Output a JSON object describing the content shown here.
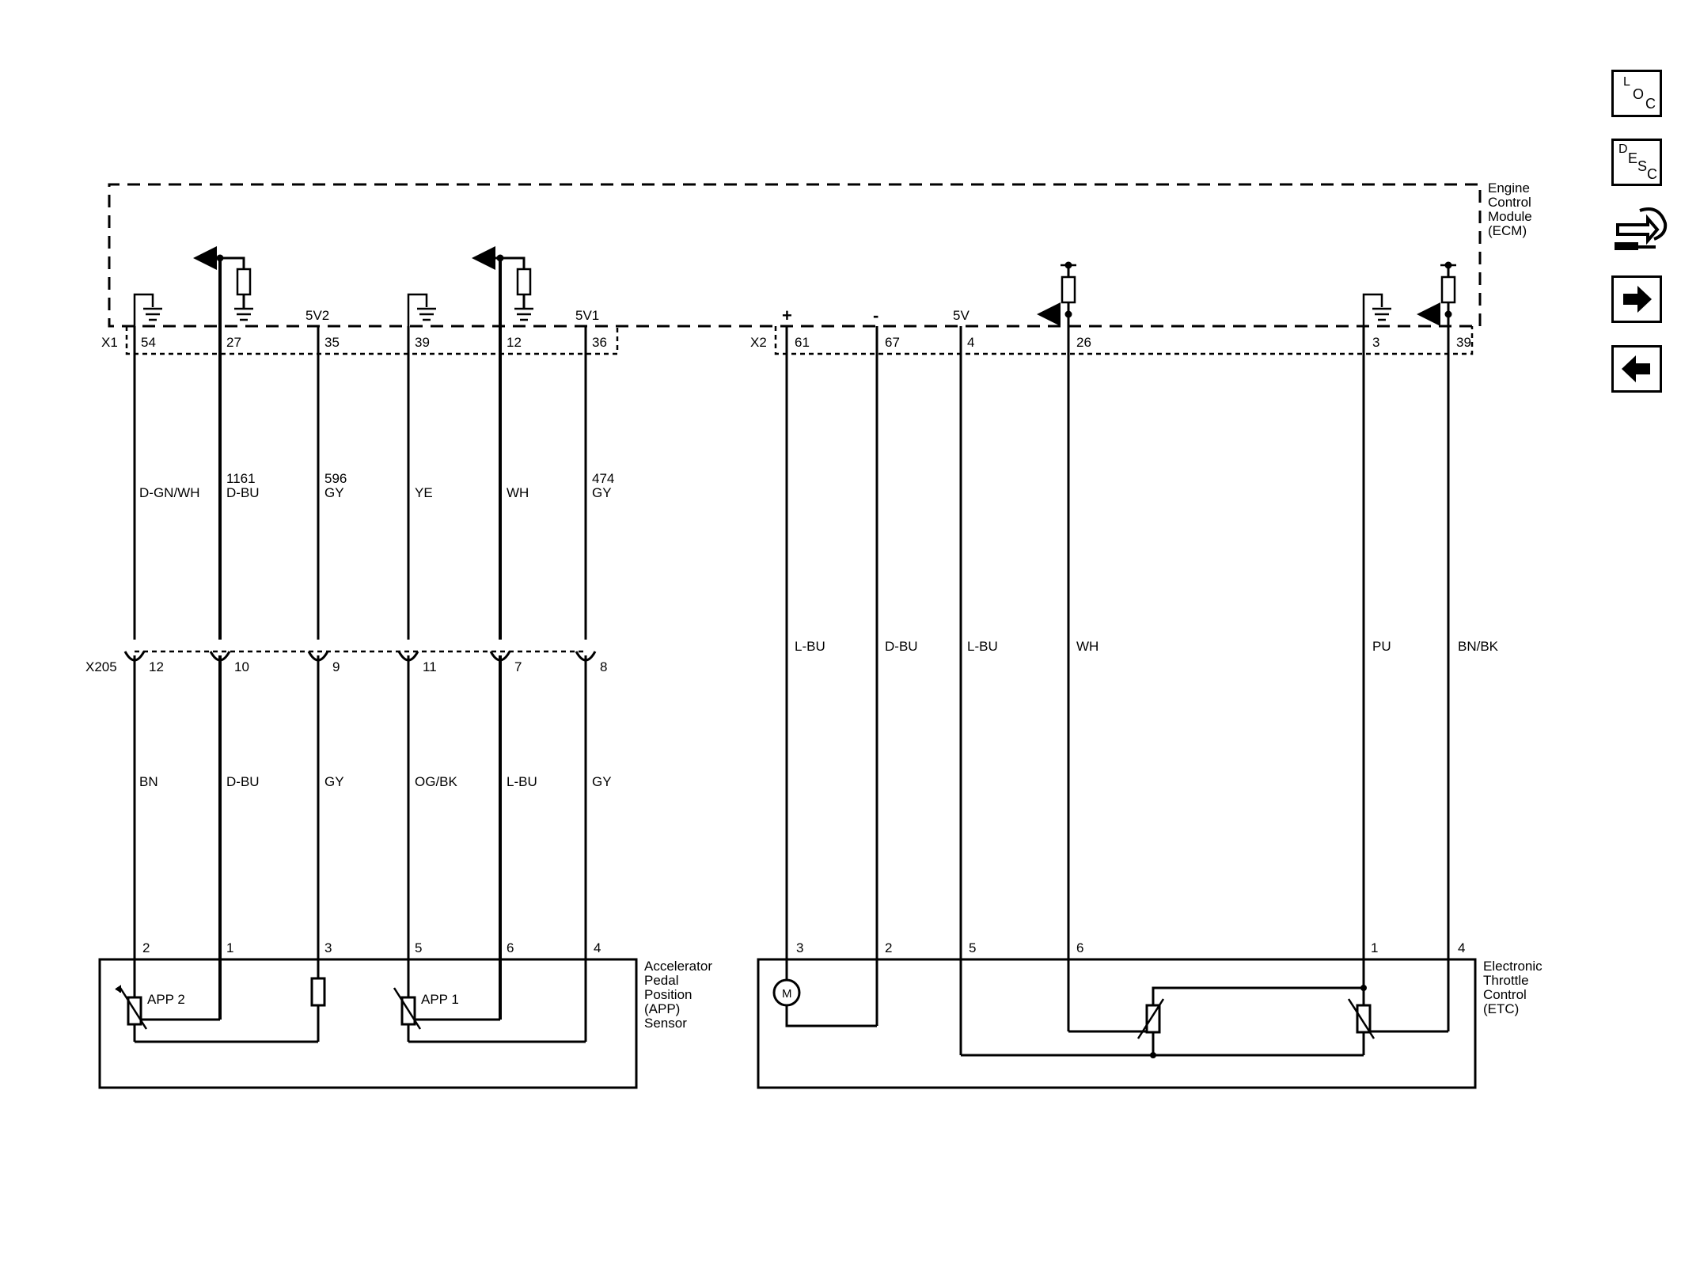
{
  "ecm": {
    "title_lines": [
      "Engine",
      "Control",
      "Module",
      "(ECM)"
    ],
    "connector_x1": "X1",
    "connector_x2": "X2",
    "supply_5v2": "5V2",
    "supply_5v1": "5V1",
    "supply_5v": "5V",
    "plus": "+",
    "minus": "-",
    "x1_pins": [
      "54",
      "27",
      "35",
      "39",
      "12",
      "36"
    ],
    "x2_pins": [
      "61",
      "67",
      "4",
      "26",
      "3",
      "39"
    ]
  },
  "upper_wires_x1": [
    {
      "circuit": "",
      "color": "D-GN/WH"
    },
    {
      "circuit": "1161",
      "color": "D-BU"
    },
    {
      "circuit": "596",
      "color": "GY"
    },
    {
      "circuit": "",
      "color": "YE"
    },
    {
      "circuit": "",
      "color": "WH"
    },
    {
      "circuit": "474",
      "color": "GY"
    }
  ],
  "x205": {
    "name": "X205",
    "pins": [
      "12",
      "10",
      "9",
      "11",
      "7",
      "8"
    ]
  },
  "lower_wires_x1": [
    "BN",
    "D-BU",
    "GY",
    "OG/BK",
    "L-BU",
    "GY"
  ],
  "etc_wires": [
    "L-BU",
    "D-BU",
    "L-BU",
    "WH",
    "PU",
    "BN/BK"
  ],
  "app_sensor": {
    "title_lines": [
      "Accelerator",
      "Pedal",
      "Position",
      "(APP)",
      "Sensor"
    ],
    "pins": [
      "2",
      "1",
      "3",
      "5",
      "6",
      "4"
    ],
    "app2_label": "APP 2",
    "app1_label": "APP 1"
  },
  "etc": {
    "title_lines": [
      "Electronic",
      "Throttle",
      "Control",
      "(ETC)"
    ],
    "pins": [
      "3",
      "2",
      "5",
      "6",
      "1",
      "4"
    ],
    "motor_label": "M"
  },
  "nav": {
    "loc": {
      "l1": "L",
      "l2": "O",
      "l3": "C"
    },
    "desc": {
      "l1": "D",
      "l2": "E",
      "l3": "S",
      "l4": "C"
    }
  }
}
